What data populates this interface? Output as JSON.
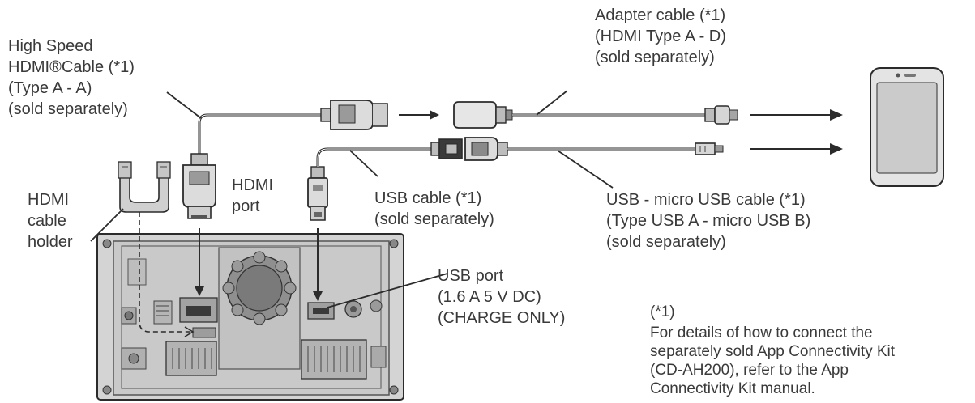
{
  "labels": {
    "hdmi_cable": [
      "High Speed",
      "HDMI®Cable (*1)",
      "(Type A - A)",
      "(sold separately)"
    ],
    "adapter_cable": [
      "Adapter cable (*1)",
      "(HDMI Type A - D)",
      "(sold separately)"
    ],
    "hdmi_cable_holder": [
      "HDMI",
      "cable",
      "holder"
    ],
    "hdmi_port": [
      "HDMI",
      "port"
    ],
    "usb_cable": [
      "USB cable (*1)",
      "(sold separately)"
    ],
    "usb_micro_cable": [
      "USB - micro USB cable (*1)",
      "(Type USB A - micro USB B)",
      "(sold separately)"
    ],
    "usb_port": [
      "USB port",
      "(1.6 A 5 V DC)",
      "(CHARGE ONLY)"
    ]
  },
  "footnote": {
    "mark": "(*1)",
    "lines": [
      "For details of how to connect the",
      "separately sold App Connectivity Kit",
      "(CD-AH200), refer to the App",
      "Connectivity Kit manual."
    ]
  },
  "colors": {
    "line": "#2b2b2b",
    "text": "#3a3a3a",
    "unit_fill": "#cfcfcf",
    "unit_dark": "#8c8c8c",
    "phone_fill": "#e4e4e4",
    "phone_screen": "#cbcbcb"
  },
  "icons": [
    "hdmi-plug-icon",
    "usb-plug-icon",
    "micro-usb-plug-icon",
    "hdmi-adapter-icon",
    "smartphone-icon",
    "head-unit-icon",
    "cable-holder-icon"
  ]
}
